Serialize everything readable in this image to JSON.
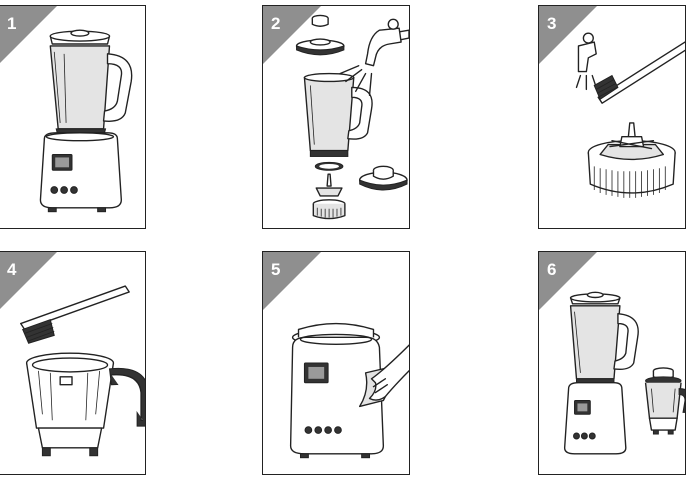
{
  "steps": [
    {
      "number": "1"
    },
    {
      "number": "2"
    },
    {
      "number": "3"
    },
    {
      "number": "4"
    },
    {
      "number": "5"
    },
    {
      "number": "6"
    }
  ],
  "colors": {
    "corner_badge": "#8f8f8f",
    "line_art": "#222222",
    "background": "#ffffff"
  }
}
